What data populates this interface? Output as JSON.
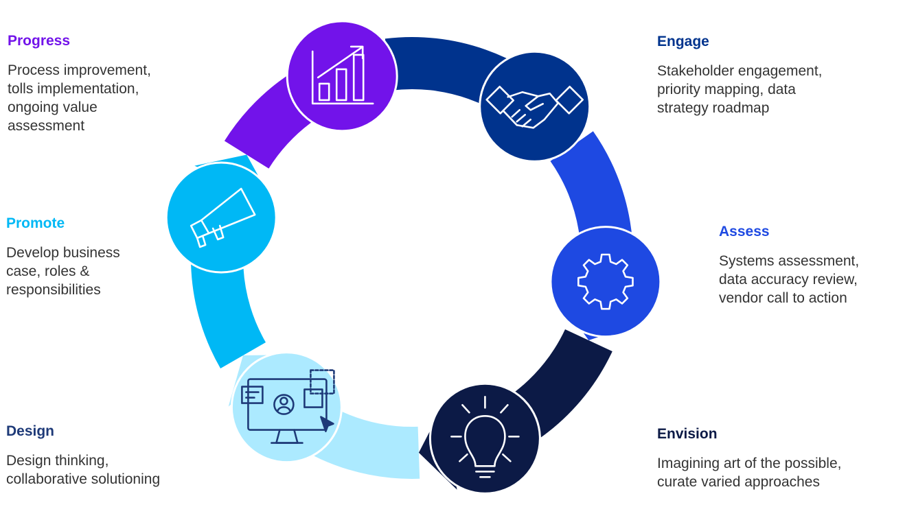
{
  "stages": [
    {
      "id": "engage",
      "title": "Engage",
      "description": "Stakeholder engagement,\npriority mapping, data\nstrategy roadmap",
      "color": "#00338D",
      "icon": "handshake-icon"
    },
    {
      "id": "assess",
      "title": "Assess",
      "description": "Systems assessment,\ndata accuracy review,\nvendor call to action",
      "color": "#1E49E2",
      "icon": "gear-icon"
    },
    {
      "id": "envision",
      "title": "Envision",
      "description": "Imagining art of the possible,\ncurate varied approaches",
      "color": "#0C1A46",
      "icon": "lightbulb-icon"
    },
    {
      "id": "design",
      "title": "Design",
      "description": "Design thinking,\ncollaborative solutioning",
      "color": "#ACEAFF",
      "title_color": "#1E3A78",
      "icon": "monitor-design-icon"
    },
    {
      "id": "promote",
      "title": "Promote",
      "description": "Develop business\ncase, roles &\nresponsibilities",
      "color": "#00B8F5",
      "icon": "megaphone-icon"
    },
    {
      "id": "progress",
      "title": "Progress",
      "description": "Process improvement,\ntolls implementation,\nongoing value\nassessment",
      "color": "#7213EA",
      "icon": "growth-chart-icon"
    }
  ],
  "description_color": "#333333"
}
